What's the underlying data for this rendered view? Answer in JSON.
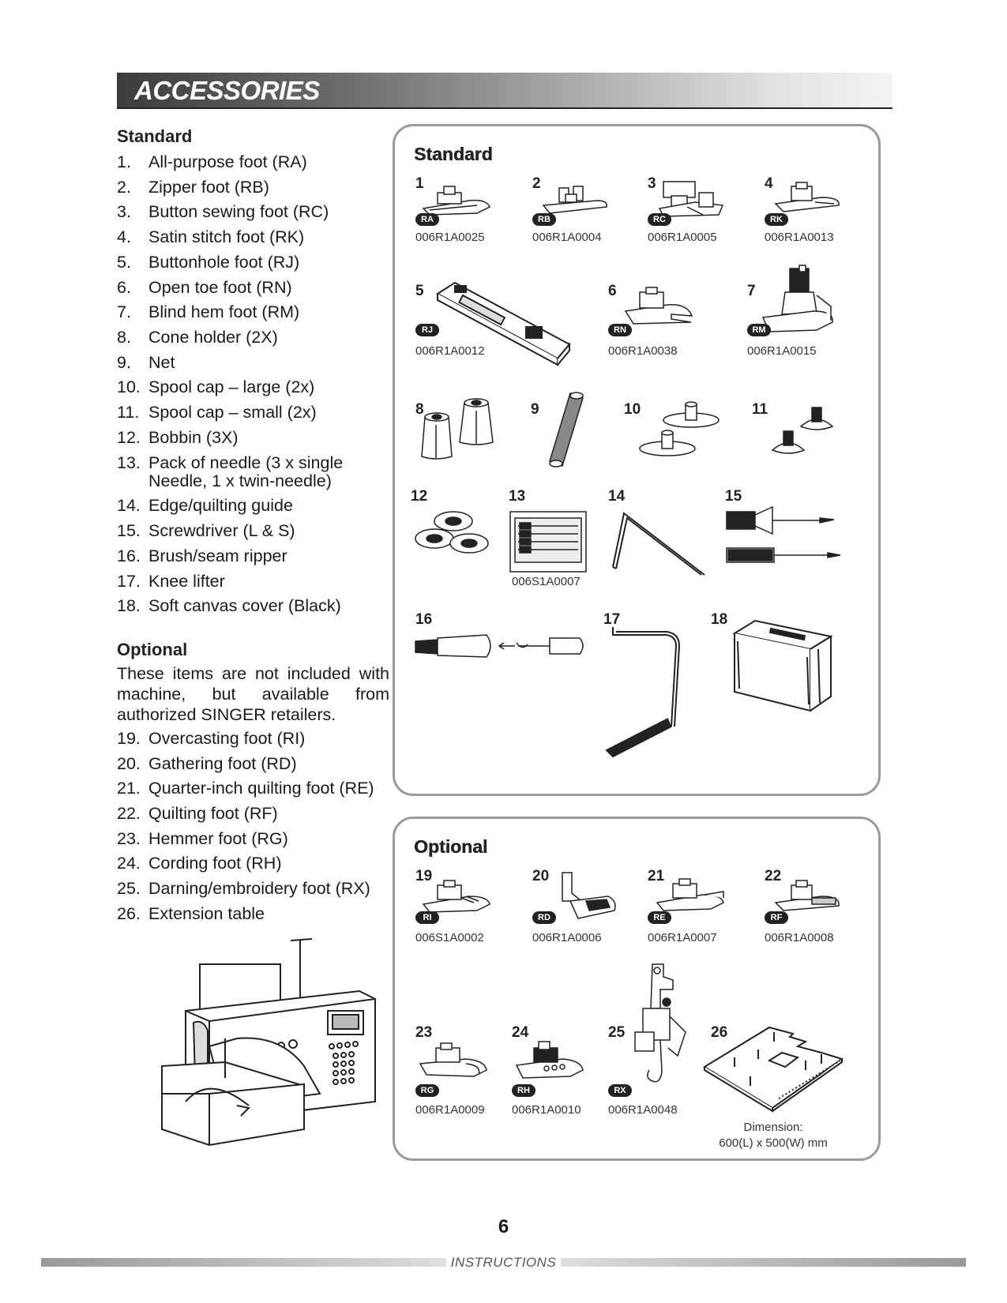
{
  "header": {
    "title": "ACCESSORIES"
  },
  "left": {
    "standard_title": "Standard",
    "standard_items": [
      {
        "num": "1.",
        "text": "All-purpose foot (RA)"
      },
      {
        "num": "2.",
        "text": "Zipper foot (RB)"
      },
      {
        "num": "3.",
        "text": "Button sewing foot  (RC)"
      },
      {
        "num": "4.",
        "text": "Satin stitch foot (RK)"
      },
      {
        "num": "5.",
        "text": "Buttonhole foot (RJ)"
      },
      {
        "num": "6.",
        "text": "Open toe foot (RN)"
      },
      {
        "num": "7.",
        "text": "Blind hem foot (RM)"
      },
      {
        "num": "8.",
        "text": "Cone holder (2X)"
      },
      {
        "num": "9.",
        "text": "Net"
      },
      {
        "num": "10.",
        "text": "Spool cap – large (2x)"
      },
      {
        "num": "11.",
        "text": "Spool cap – small (2x)"
      },
      {
        "num": "12.",
        "text": "Bobbin (3X)"
      },
      {
        "num": "13.",
        "text": "Pack of needle (3 x single",
        "sub": "Needle, 1 x twin-needle)"
      },
      {
        "num": "14.",
        "text": "Edge/quilting guide"
      },
      {
        "num": "15.",
        "text": "Screwdriver (L & S)"
      },
      {
        "num": "16.",
        "text": "Brush/seam ripper"
      },
      {
        "num": "17.",
        "text": "Knee lifter"
      },
      {
        "num": "18.",
        "text": "Soft canvas cover (Black)"
      }
    ],
    "optional_title": "Optional",
    "optional_desc": "These items are not included with machine, but available from authorized SINGER retailers.",
    "optional_items": [
      {
        "num": "19.",
        "text": "Overcasting foot (RI)"
      },
      {
        "num": "20.",
        "text": "Gathering foot (RD)"
      },
      {
        "num": "21.",
        "text": "Quarter-inch quilting foot (RE)"
      },
      {
        "num": "22.",
        "text": "Quilting foot (RF)"
      },
      {
        "num": "23.",
        "text": "Hemmer foot (RG)"
      },
      {
        "num": "24.",
        "text": "Cording foot (RH)"
      },
      {
        "num": "25.",
        "text": "Darning/embroidery foot (RX)"
      },
      {
        "num": "26.",
        "text": "Extension table"
      }
    ]
  },
  "standard_panel": {
    "title": "Standard",
    "items": [
      {
        "num": "1",
        "badge": "RA",
        "code": "006R1A0025"
      },
      {
        "num": "2",
        "badge": "RB",
        "code": "006R1A0004"
      },
      {
        "num": "3",
        "badge": "RC",
        "code": "006R1A0005"
      },
      {
        "num": "4",
        "badge": "RK",
        "code": "006R1A0013"
      },
      {
        "num": "5",
        "badge": "RJ",
        "code": "006R1A0012"
      },
      {
        "num": "6",
        "badge": "RN",
        "code": "006R1A0038"
      },
      {
        "num": "7",
        "badge": "RM",
        "code": "006R1A0015"
      },
      {
        "num": "8"
      },
      {
        "num": "9"
      },
      {
        "num": "10"
      },
      {
        "num": "11"
      },
      {
        "num": "12"
      },
      {
        "num": "13",
        "code": "006S1A0007"
      },
      {
        "num": "14"
      },
      {
        "num": "15"
      },
      {
        "num": "16"
      },
      {
        "num": "17"
      },
      {
        "num": "18"
      }
    ]
  },
  "optional_panel": {
    "title": "Optional",
    "items": [
      {
        "num": "19",
        "badge": "RI",
        "code": "006S1A0002"
      },
      {
        "num": "20",
        "badge": "RD",
        "code": "006R1A0006"
      },
      {
        "num": "21",
        "badge": "RE",
        "code": "006R1A0007"
      },
      {
        "num": "22",
        "badge": "RF",
        "code": "006R1A0008"
      },
      {
        "num": "23",
        "badge": "RG",
        "code": "006R1A0009"
      },
      {
        "num": "24",
        "badge": "RH",
        "code": "006R1A0010"
      },
      {
        "num": "25",
        "badge": "RX",
        "code": "006R1A0048"
      },
      {
        "num": "26",
        "dimension_label": "Dimension:",
        "dimension_value": "600(L) x 500(W) mm"
      }
    ]
  },
  "footer": {
    "page_number": "6",
    "label": "INSTRUCTIONS"
  }
}
